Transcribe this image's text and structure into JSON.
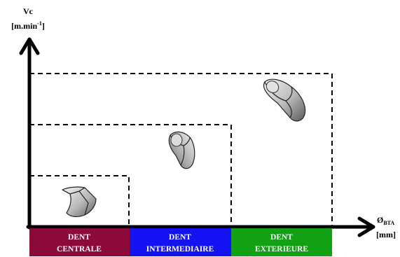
{
  "y_axis": {
    "label": "Vc",
    "unit_prefix": "[m.min",
    "unit_exponent": "-1",
    "unit_suffix": "]"
  },
  "x_axis": {
    "label_symbol": "Ø",
    "label_subscript": "BTA",
    "unit": "[mm]"
  },
  "zones": [
    {
      "line1": "DENT",
      "line2": "CENTRALE",
      "color": "#8b0a3a"
    },
    {
      "line1": "DENT",
      "line2": "INTERMEDIAIRE",
      "color": "#1212f2"
    },
    {
      "line1": "DENT",
      "line2": "EXTERIEURE",
      "color": "#12a014"
    }
  ],
  "colors": {
    "axis": "#000000",
    "zone_outline": "#000000",
    "insert_shading_light": "#f4f4f4",
    "insert_shading_dark": "#5a5a5a"
  },
  "icons": [
    "central-insert-icon",
    "intermediate-insert-icon",
    "exterior-insert-icon"
  ]
}
